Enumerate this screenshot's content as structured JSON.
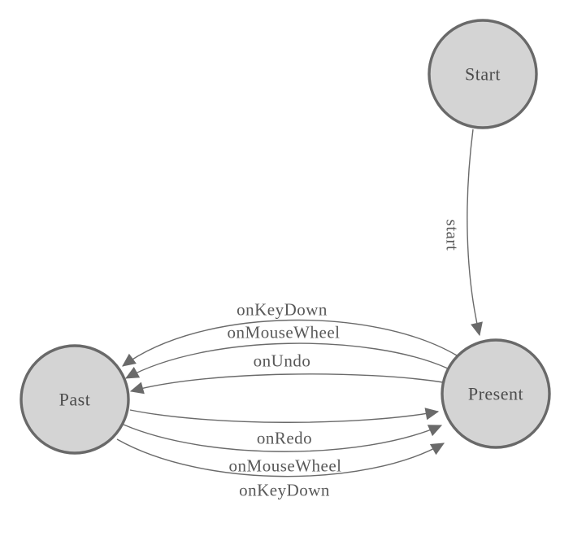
{
  "diagram": {
    "type": "state-machine",
    "nodes": [
      {
        "id": "start",
        "label": "Start"
      },
      {
        "id": "present",
        "label": "Present"
      },
      {
        "id": "past",
        "label": "Past"
      }
    ],
    "edges": [
      {
        "from": "start",
        "to": "present",
        "label": "start"
      },
      {
        "from": "present",
        "to": "past",
        "label": "onKeyDown"
      },
      {
        "from": "present",
        "to": "past",
        "label": "onMouseWheel"
      },
      {
        "from": "present",
        "to": "past",
        "label": "onUndo"
      },
      {
        "from": "past",
        "to": "present",
        "label": "onRedo"
      },
      {
        "from": "past",
        "to": "present",
        "label": "onMouseWheel"
      },
      {
        "from": "past",
        "to": "present",
        "label": "onKeyDown"
      }
    ],
    "colors": {
      "node_fill": "#d4d4d4",
      "node_stroke": "#696969",
      "edge_stroke": "#6a6a6a",
      "label_text": "#595959",
      "node_text": "#4c4c4c",
      "background": "#ffffff"
    }
  }
}
